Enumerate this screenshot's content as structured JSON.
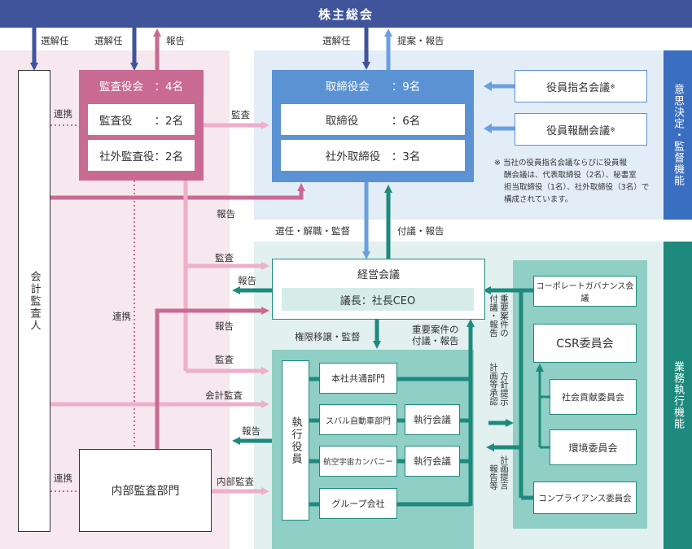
{
  "shareholders": "株主総会",
  "auditor_account": "会計監査人",
  "kansa_board": {
    "title": "監査役会　：4名",
    "row1": "監査役　　：2名",
    "row2": "社外監査役：2名"
  },
  "torishimari": {
    "title": "取締役会　　：9名",
    "row1": "取締役　　　：6名",
    "row2": "社外取締役　：3名"
  },
  "nominating": "役員指名会議",
  "remuneration": "役員報酬会議",
  "note": "※当社の役員指名会議ならびに役員報酬会議は、代表取締役（2名）、秘書室担当取締役（1名）、社外取締役（3名）で構成されています。",
  "note_lines": [
    "※ 当社の役員指名会議ならびに役員報",
    "酬会議は、代表取締役（2名）、秘書室",
    "担当取締役（1名）、社外取締役（3名）で",
    "構成されています。"
  ],
  "mark": "※",
  "side_decision": "意思決定・監督機能",
  "side_exec": "業務執行機能",
  "keiei": {
    "title": "経営会議",
    "chair": "議長：社長CEO"
  },
  "shikko": "執行役員",
  "depts": [
    "本社共通部門",
    "スバル自動車部門",
    "航空宇宙カンパニー",
    "グループ会社"
  ],
  "exec_meeting": "執行会議",
  "internal_audit": "内部監査部門",
  "committees": [
    "コーポレートガバナンス会議",
    "CSR委員会",
    "社会貢献委員会",
    "環境委員会",
    "コンプライアンス委員会"
  ],
  "labels": {
    "elect1": "選解任",
    "elect2": "選解任",
    "report_top": "報告",
    "elect3": "選解任",
    "propose": "提案・報告",
    "renkei1": "連携",
    "renkei_mid": "連携",
    "renkei2": "連携",
    "kansa1": "監査",
    "report_mid": "報告",
    "select": "選任・解職・監督",
    "futeki": "付議・報告",
    "kansa2": "監査",
    "report_left1": "報告",
    "report_exec": "報告",
    "delegate": "権限移譲・監督",
    "important": [
      "重要案件の",
      "付議・報告"
    ],
    "kansa3": "監査",
    "kaikei_kansa": "会計監査",
    "report_left2": "報告",
    "internal_kansa": "内部監査",
    "vert1": [
      "重要案件の",
      "付議・報告"
    ],
    "vert2": [
      "方針提示",
      "計画等承認"
    ],
    "vert3": [
      "計画提言",
      "報告等"
    ]
  }
}
